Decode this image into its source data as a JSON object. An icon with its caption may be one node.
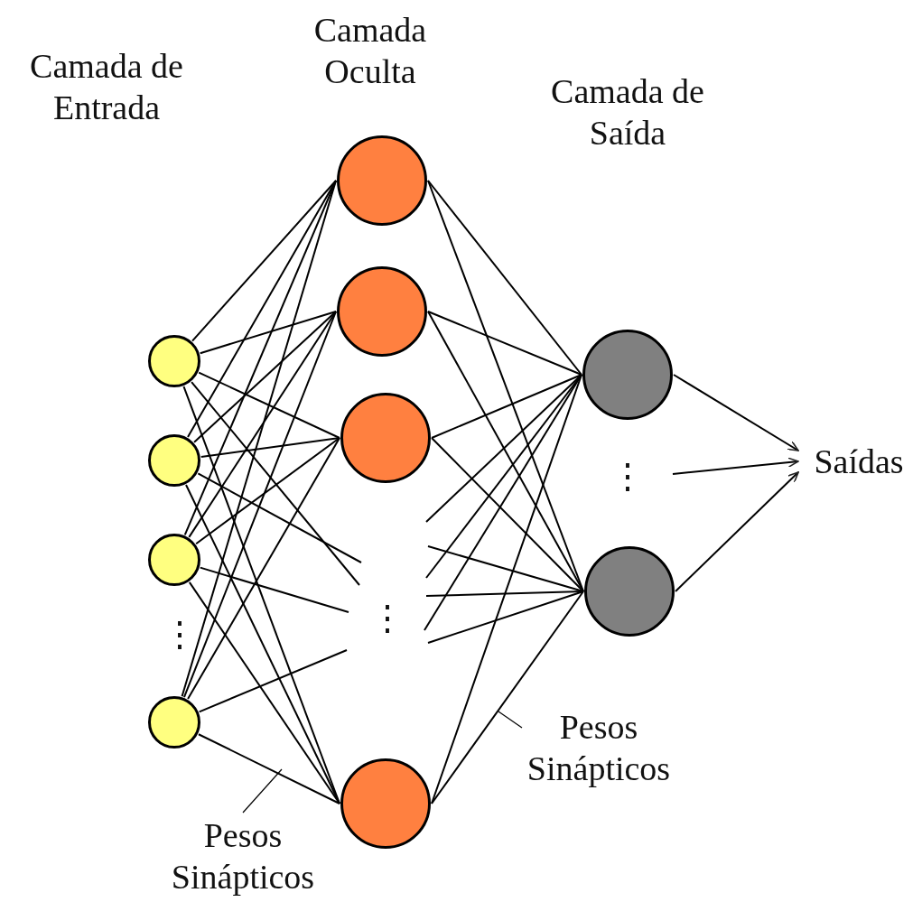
{
  "diagram": {
    "nodes": [
      {
        "text": [],
        "shape": "circle"
      },
      {
        "text": [],
        "shape": "circle"
      },
      {
        "text": [],
        "shape": "circle"
      },
      {
        "text": [],
        "shape": "circle"
      },
      {
        "text": [],
        "shape": "circle"
      },
      {
        "text": [],
        "shape": "circle"
      },
      {
        "text": [],
        "shape": "circle"
      },
      {
        "text": [],
        "shape": "circle"
      },
      {
        "text": [],
        "shape": "circle"
      },
      {
        "text": [],
        "shape": "circle"
      },
      {
        "text": [
          "Saídas"
        ]
      },
      {
        "text": [
          "Pesos Sinápticos"
        ]
      },
      {
        "text": [
          "Pesos Sinápticos"
        ]
      }
    ],
    "edges": [
      {
        "from": 0,
        "to": 4,
        "arrow": "none"
      },
      {
        "from": 0,
        "to": 5,
        "arrow": "none"
      },
      {
        "from": 0,
        "to": 6,
        "arrow": "none"
      },
      {
        "from": 0,
        "to": 7,
        "arrow": "none"
      },
      {
        "from": 1,
        "to": 4,
        "arrow": "none"
      },
      {
        "from": 1,
        "to": 5,
        "arrow": "none"
      },
      {
        "from": 1,
        "to": 6,
        "arrow": "none"
      },
      {
        "from": 1,
        "to": 7,
        "arrow": "none"
      },
      {
        "from": 2,
        "to": 4,
        "arrow": "none"
      },
      {
        "from": 2,
        "to": 5,
        "arrow": "none"
      },
      {
        "from": 2,
        "to": 6,
        "arrow": "none"
      },
      {
        "from": 2,
        "to": 7,
        "arrow": "none"
      },
      {
        "from": 3,
        "to": 4,
        "arrow": "none"
      },
      {
        "from": 3,
        "to": 5,
        "arrow": "none"
      },
      {
        "from": 3,
        "to": 6,
        "arrow": "none"
      },
      {
        "from": 3,
        "to": 7,
        "arrow": "none"
      },
      {
        "from": 0,
        "to": null,
        "arrow": "none"
      },
      {
        "from": 1,
        "to": null,
        "arrow": "none"
      },
      {
        "from": 2,
        "to": null,
        "arrow": "none"
      },
      {
        "from": 3,
        "to": null,
        "arrow": "none"
      },
      {
        "from": 4,
        "to": 8,
        "arrow": "none"
      },
      {
        "from": 4,
        "to": 9,
        "arrow": "none"
      },
      {
        "from": 5,
        "to": 8,
        "arrow": "none"
      },
      {
        "from": 5,
        "to": 9,
        "arrow": "none"
      },
      {
        "from": 6,
        "to": 8,
        "arrow": "none"
      },
      {
        "from": 6,
        "to": 9,
        "arrow": "none"
      },
      {
        "from": 7,
        "to": 8,
        "arrow": "none"
      },
      {
        "from": 7,
        "to": 9,
        "arrow": "none"
      },
      {
        "from": null,
        "to": 8,
        "arrow": "none"
      },
      {
        "from": null,
        "to": 9,
        "arrow": "none"
      },
      {
        "from": null,
        "to": 8,
        "arrow": "none"
      },
      {
        "from": null,
        "to": 9,
        "arrow": "none"
      },
      {
        "from": null,
        "to": 8,
        "arrow": "none"
      },
      {
        "from": null,
        "to": 9,
        "arrow": "none"
      },
      {
        "from": 8,
        "to": 10,
        "arrow": "to"
      },
      {
        "from": null,
        "to": 10,
        "arrow": "to"
      },
      {
        "from": 9,
        "to": 10,
        "arrow": "to"
      },
      {
        "from": 11,
        "to": null,
        "arrow": "none"
      },
      {
        "from": 12,
        "to": null,
        "arrow": "none"
      }
    ],
    "labels": [
      "Camada de Entrada",
      "Camada Oculta",
      "Camada de Saída",
      "⋮",
      "⋮",
      "⋮"
    ]
  }
}
